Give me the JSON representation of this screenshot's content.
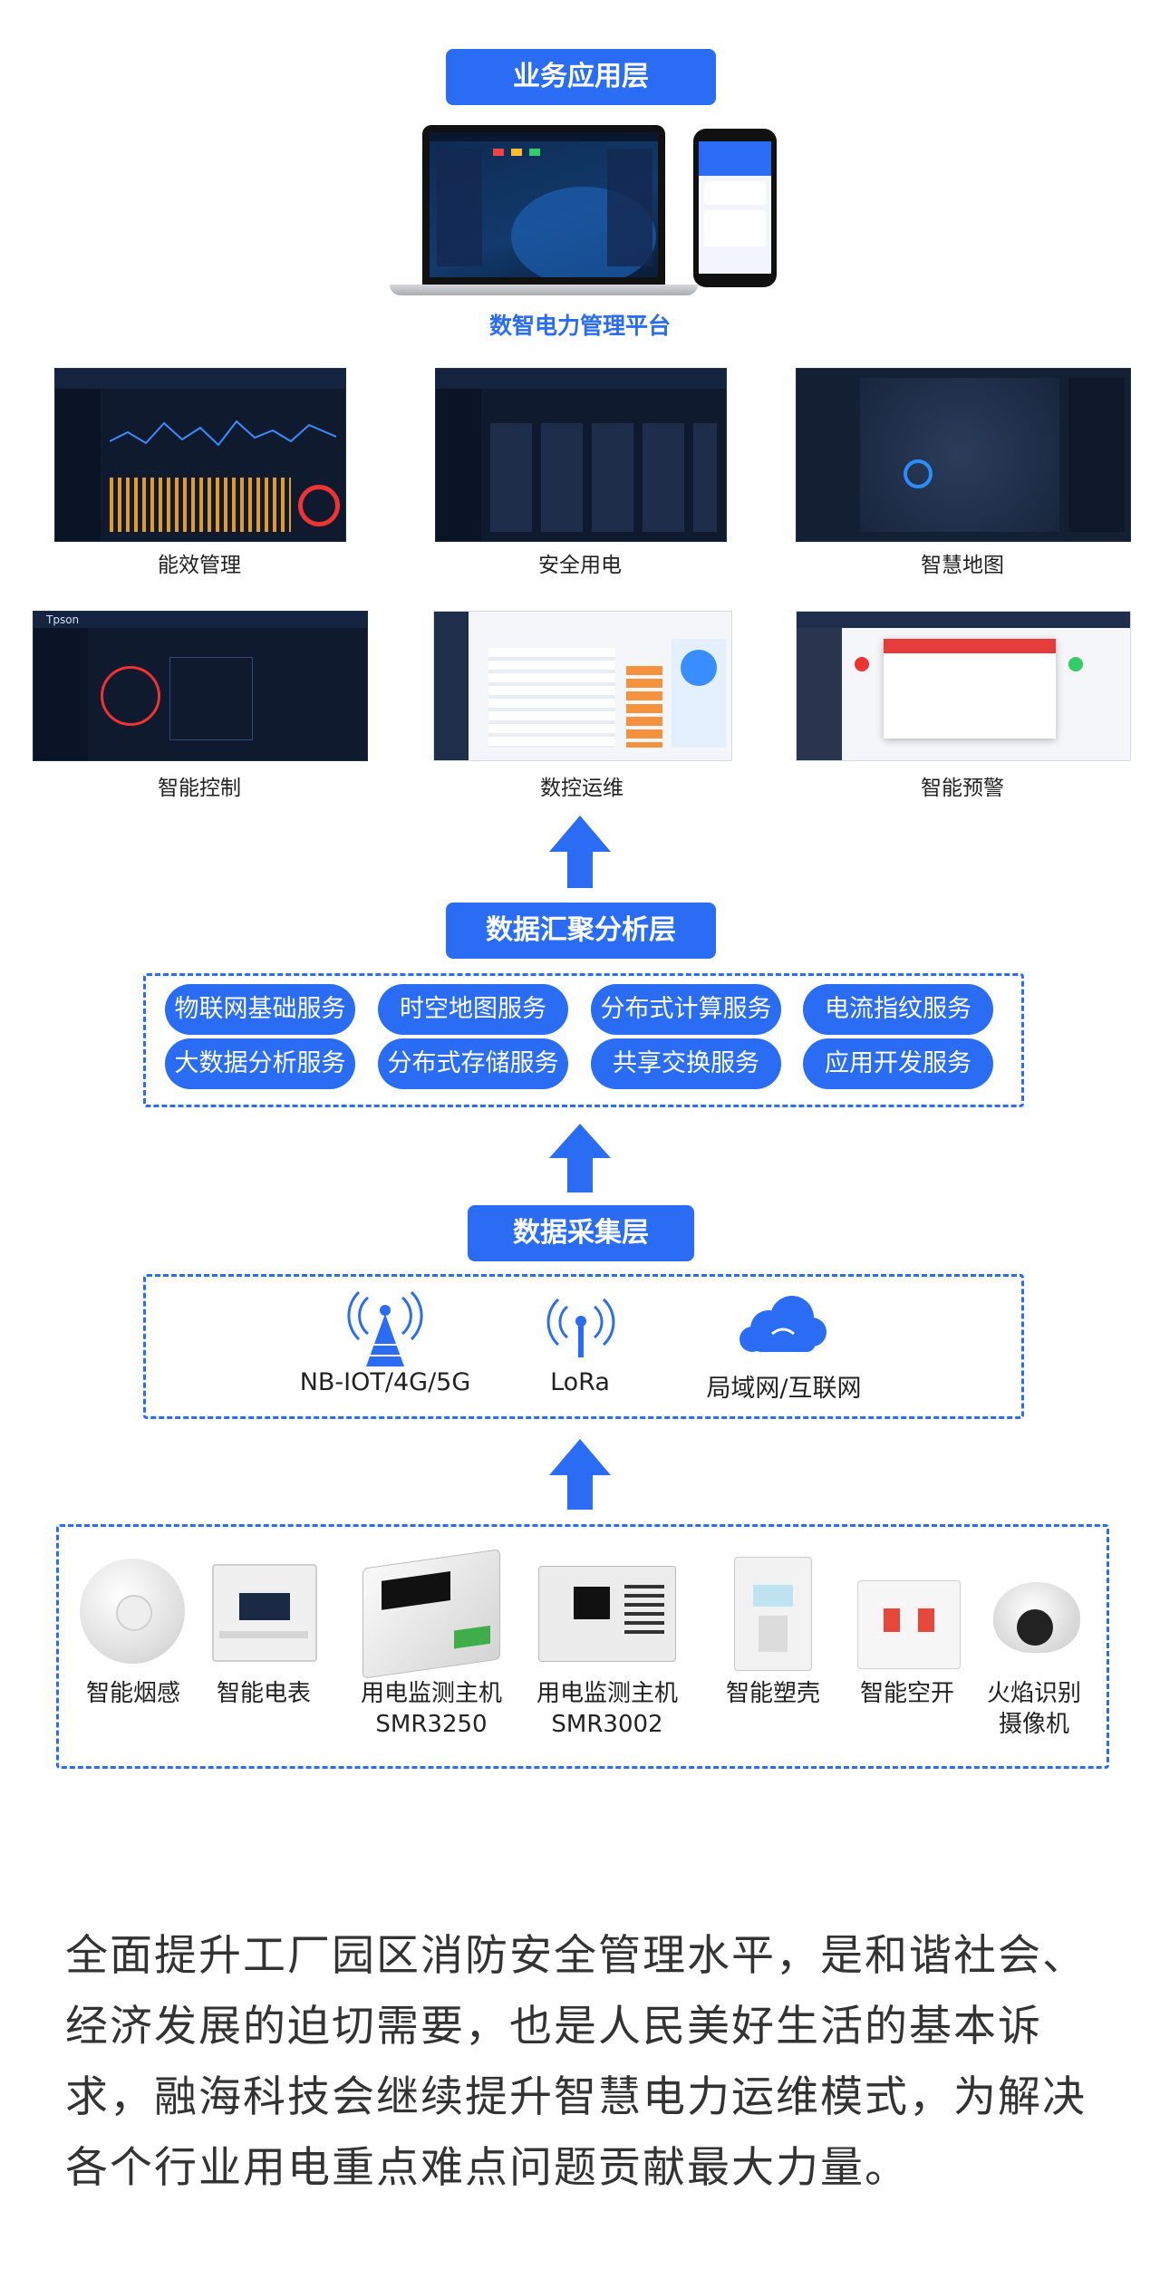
{
  "application_layer": {
    "title": "业务应用层",
    "platform_caption": "数智电力管理平台",
    "modules": [
      {
        "label": "能效管理"
      },
      {
        "label": "安全用电"
      },
      {
        "label": "智慧地图"
      },
      {
        "label": "智能控制"
      },
      {
        "label": "数控运维"
      },
      {
        "label": "智能预警"
      }
    ]
  },
  "aggregation_layer": {
    "title": "数据汇聚分析层",
    "services": [
      "物联网基础服务",
      "时空地图服务",
      "分布式计算服务",
      "电流指纹服务",
      "大数据分析服务",
      "分布式存储服务",
      "共享交换服务",
      "应用开发服务"
    ]
  },
  "collection_layer": {
    "title": "数据采集层",
    "networks": [
      {
        "label": "NB-IOT/4G/5G",
        "icon": "signal-tower-icon"
      },
      {
        "label": "LoRa",
        "icon": "wireless-antenna-icon"
      },
      {
        "label": "局域网/互联网",
        "icon": "cloud-icon"
      }
    ]
  },
  "devices": [
    {
      "line1": "智能烟感",
      "line2": ""
    },
    {
      "line1": "智能电表",
      "line2": ""
    },
    {
      "line1": "用电监测主机",
      "line2": "SMR3250"
    },
    {
      "line1": "用电监测主机",
      "line2": "SMR3002"
    },
    {
      "line1": "智能塑壳",
      "line2": ""
    },
    {
      "line1": "智能空开",
      "line2": ""
    },
    {
      "line1": "火焰识别",
      "line2": "摄像机"
    }
  ],
  "screens": {
    "control_brand": "Tpson"
  },
  "paragraph": "全面提升工厂园区消防安全管理水平，是和谐社会、经济发展的迫切需要，也是人民美好生活的基本诉求，融海科技会继续提升智慧电力运维模式，为解决各个行业用电重点难点问题贡献最大力量。",
  "colors": {
    "accent": "#2a6df4",
    "dark_screen": "#0f1a2e"
  }
}
